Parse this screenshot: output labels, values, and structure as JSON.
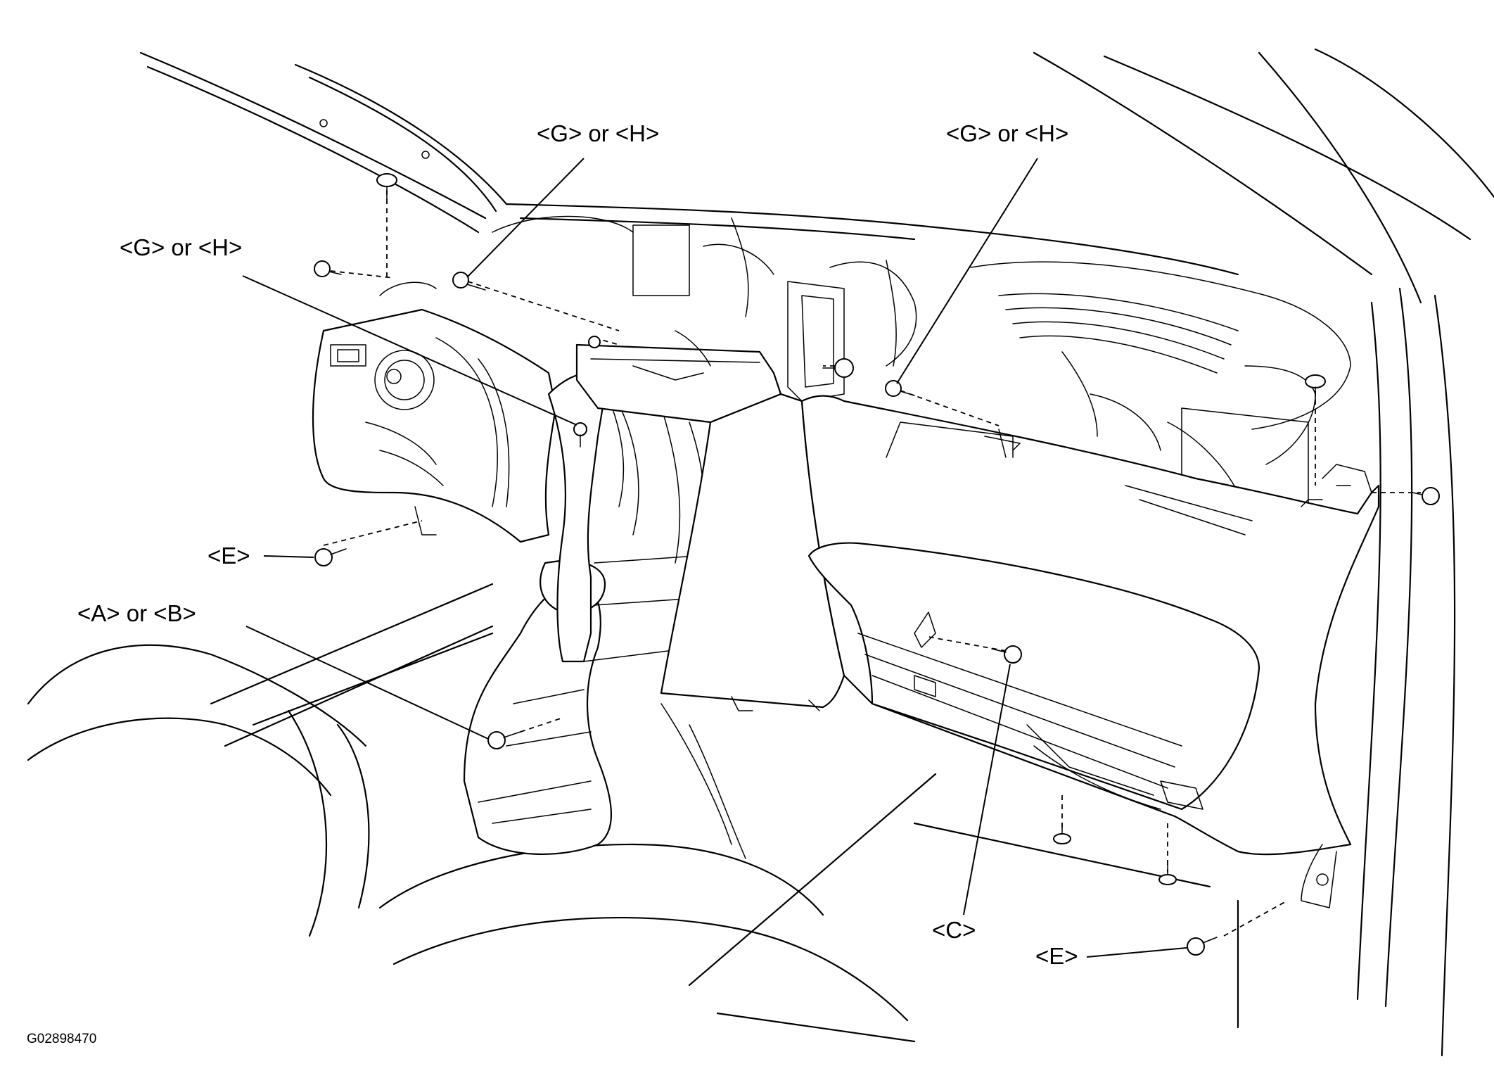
{
  "callouts": [
    {
      "id": "g-or-h-top-center",
      "text": "<G> or <H>"
    },
    {
      "id": "g-or-h-top-right",
      "text": "<G> or <H>"
    },
    {
      "id": "g-or-h-left",
      "text": "<G> or <H>"
    },
    {
      "id": "e-left",
      "text": "<E>"
    },
    {
      "id": "a-or-b",
      "text": "<A> or <B>"
    },
    {
      "id": "c-bottom",
      "text": "<C>"
    },
    {
      "id": "e-right",
      "text": "<E>"
    }
  ],
  "figure_code": "G02898470"
}
